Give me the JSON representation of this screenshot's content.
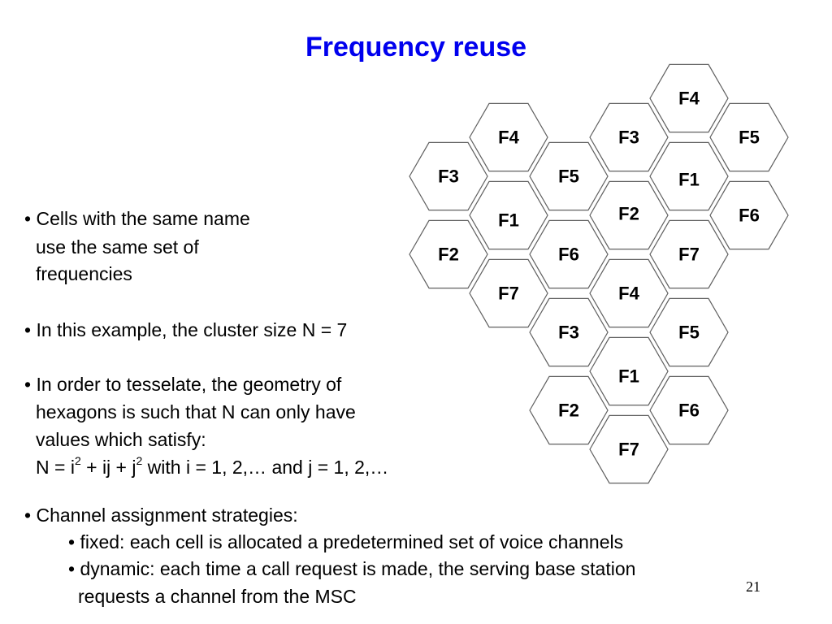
{
  "slide": {
    "title": "Frequency reuse",
    "page_number": "21",
    "title_color": "#0000ee"
  },
  "bullets": {
    "b1": {
      "marker": "•",
      "line1": "Cells with the same name",
      "line2": "use the same set of",
      "line3": "frequencies"
    },
    "b2": {
      "marker": "•",
      "line1": "In this example, the cluster size N = 7"
    },
    "b3": {
      "marker": "•",
      "line1": "In order to tesselate, the geometry of",
      "line2": "hexagons is such that N can only have",
      "line3": "values which satisfy:",
      "formula": {
        "a": "N = i",
        "sup1": "2",
        "b": " + ij + j",
        "sup2": "2",
        "c": " with i = 1, 2,… and j = 1, 2,…"
      }
    },
    "b4": {
      "marker": "•",
      "line1": "Channel assignment strategies:",
      "sub1": {
        "marker": "•",
        "text": "fixed: each cell is allocated a predetermined set of voice channels"
      },
      "sub2": {
        "marker": "•",
        "line1": "dynamic: each time a call request is made, the serving base station",
        "line2": "requests a channel from the MSC"
      }
    }
  },
  "diagram": {
    "hex_stroke": "#606060",
    "cells": [
      {
        "label": "F4"
      },
      {
        "label": "F3"
      },
      {
        "label": "F5"
      },
      {
        "label": "F1"
      },
      {
        "label": "F6"
      },
      {
        "label": "F2"
      },
      {
        "label": "F7"
      },
      {
        "label": "F4"
      },
      {
        "label": "F3"
      },
      {
        "label": "F5"
      },
      {
        "label": "F1"
      },
      {
        "label": "F6"
      },
      {
        "label": "F2"
      },
      {
        "label": "F7"
      },
      {
        "label": "F4"
      },
      {
        "label": "F3"
      },
      {
        "label": "F5"
      },
      {
        "label": "F1"
      },
      {
        "label": "F6"
      },
      {
        "label": "F2"
      },
      {
        "label": "F7"
      }
    ]
  }
}
